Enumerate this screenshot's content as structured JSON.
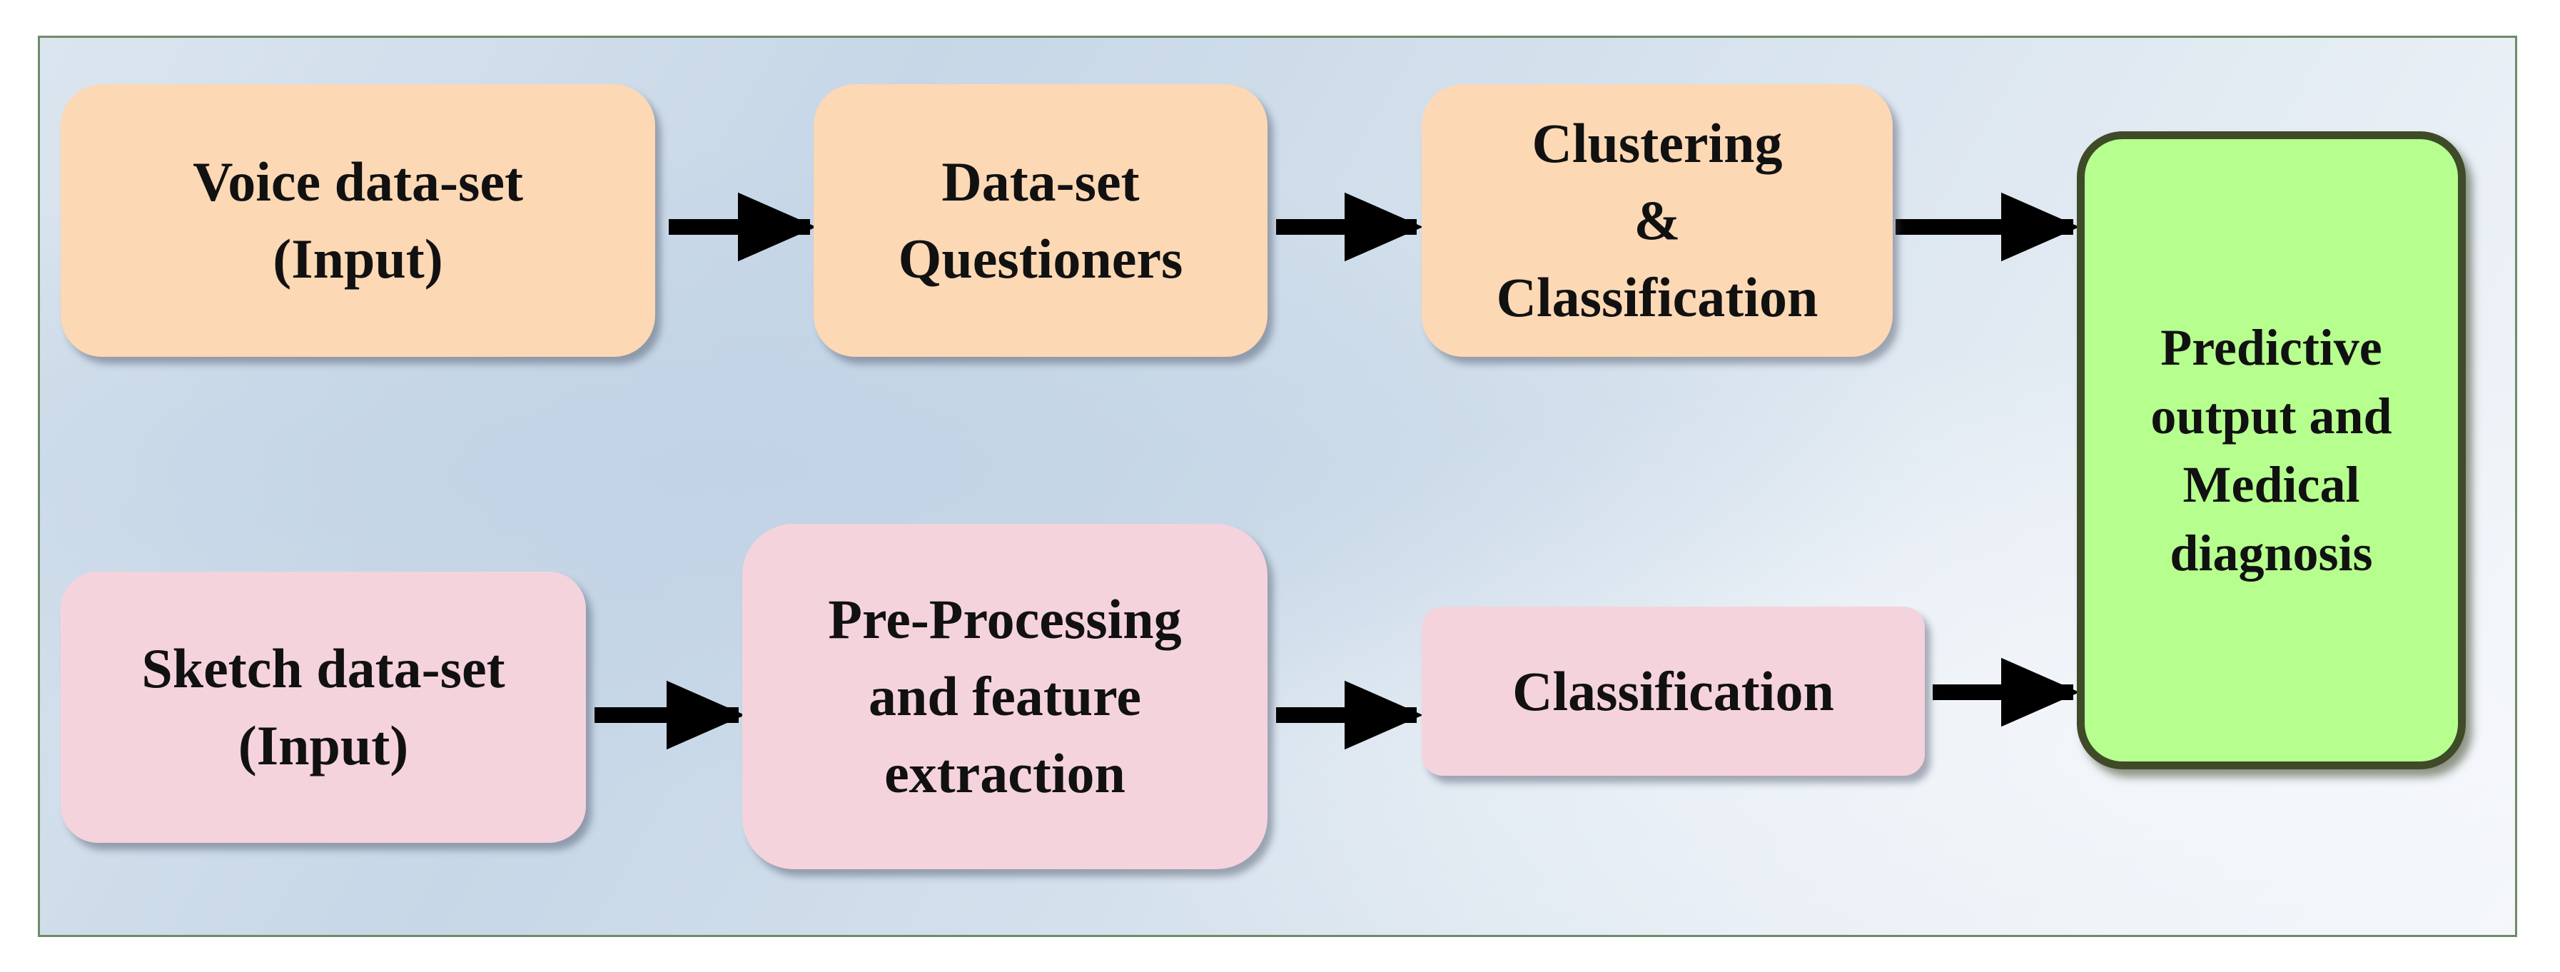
{
  "diagram": {
    "nodes": {
      "voice_input": "Voice data-set\n(Input)",
      "questioners": "Data-set\nQuestioners",
      "clustering": "Clustering\n&\nClassification",
      "sketch_input": "Sketch data-set\n(Input)",
      "preprocessing": "Pre-Processing\nand feature\nextraction",
      "classification": "Classification",
      "output": "Predictive\noutput and\nMedical\ndiagnosis"
    },
    "edges": [
      {
        "from": "voice_input",
        "to": "questioners"
      },
      {
        "from": "questioners",
        "to": "clustering"
      },
      {
        "from": "clustering",
        "to": "output"
      },
      {
        "from": "sketch_input",
        "to": "preprocessing"
      },
      {
        "from": "preprocessing",
        "to": "classification"
      },
      {
        "from": "classification",
        "to": "output"
      }
    ],
    "colors": {
      "voice_path": "#fcd8b4",
      "sketch_path": "#f5d3dc",
      "output": "#b6ff8e",
      "output_border": "#3f4a28",
      "arrow": "#000000"
    }
  }
}
